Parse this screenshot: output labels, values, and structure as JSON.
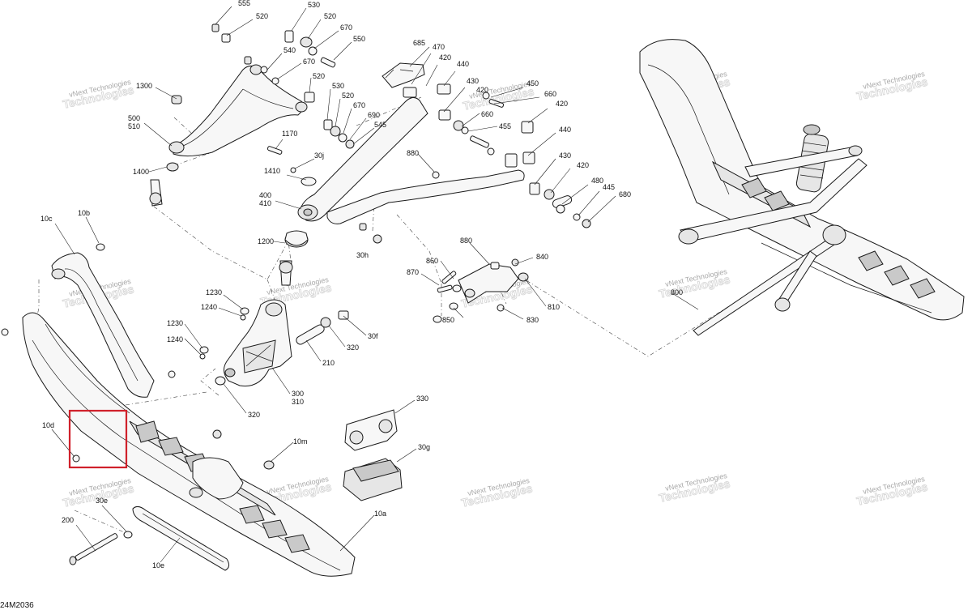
{
  "diagram_code": "24M2036",
  "watermark": {
    "line1": "vNext Technologies",
    "line2": "Technologies"
  },
  "labels": [
    "555",
    "520",
    "530",
    "520",
    "670",
    "550",
    "540",
    "670",
    "520",
    "530",
    "520",
    "670",
    "690",
    "545",
    "1300",
    "500",
    "510",
    "1170",
    "30j",
    "1410",
    "400",
    "410",
    "1400",
    "685",
    "470",
    "420",
    "440",
    "430",
    "450",
    "420",
    "660",
    "420",
    "455",
    "660",
    "440",
    "880",
    "430",
    "420",
    "480",
    "445",
    "680",
    "30h",
    "1200",
    "880",
    "860",
    "840",
    "870",
    "810",
    "850",
    "830",
    "1230",
    "1240",
    "1230",
    "1240",
    "30f",
    "320",
    "210",
    "300",
    "310",
    "320",
    "10c",
    "10b",
    "10d",
    "10m",
    "330",
    "30g",
    "30e",
    "200",
    "10a",
    "10e",
    "800"
  ],
  "highlight": "selected-part-box"
}
